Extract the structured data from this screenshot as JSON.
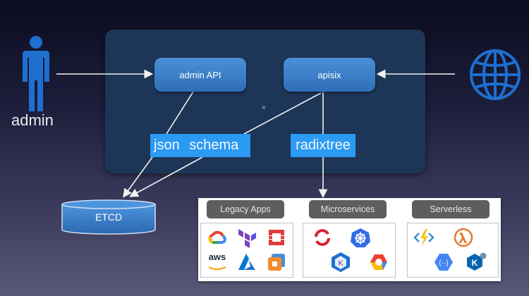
{
  "diagram": {
    "actors": {
      "admin": {
        "label": "admin",
        "icon": "person-icon",
        "color": "#1e6fd0"
      },
      "internet": {
        "icon": "globe-icon",
        "color": "#1e6fd0"
      }
    },
    "core": {
      "admin_api": {
        "label": "admin API"
      },
      "apisix": {
        "label": "apisix"
      },
      "json_schema": {
        "label": "json schema"
      },
      "radixtree": {
        "label": "radixtree"
      },
      "center_marker": "×"
    },
    "storage": {
      "etcd": {
        "label": "ETCD"
      }
    },
    "upstreams": {
      "groups": [
        {
          "label": "Legacy Apps",
          "logos": [
            "google-cloud-icon",
            "terraform-icon",
            "openstack-icon",
            "aws-icon",
            "azure-icon",
            "vmware-icon"
          ]
        },
        {
          "label": "Microservices",
          "logos": [
            "openshift-icon",
            "kubernetes-icon",
            "knative-icon",
            "gke-icon"
          ]
        },
        {
          "label": "Serverless",
          "logos": [
            "azure-functions-icon",
            "aws-lambda-icon",
            "cloud-functions-icon",
            "knative-serving-icon"
          ]
        }
      ],
      "aws_text": "aws",
      "k_text": "K"
    },
    "edges": [
      {
        "from": "admin",
        "to": "admin API"
      },
      {
        "from": "internet",
        "to": "apisix"
      },
      {
        "from": "admin API",
        "to": "ETCD"
      },
      {
        "from": "apisix",
        "to": "ETCD"
      },
      {
        "from": "apisix",
        "to": "Microservices"
      }
    ],
    "colors": {
      "panel": "#1d3557",
      "node": "#3a7fcc",
      "tag": "#2b9af3",
      "icon_blue": "#1e6fd0"
    }
  }
}
